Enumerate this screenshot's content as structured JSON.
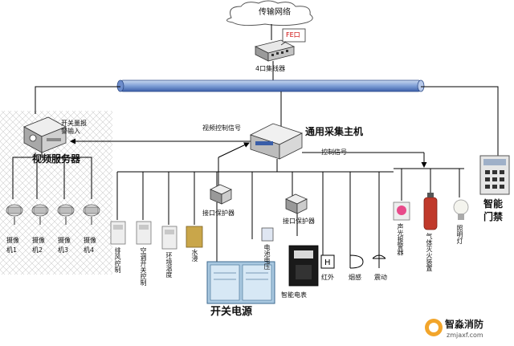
{
  "network": {
    "cloud_label": "传输网络",
    "fe_label": "FE口",
    "hub_label": "4口集线器"
  },
  "host": {
    "title": "通用采集主机",
    "video_signal": "视频控制信号",
    "control_signal": "控制信号"
  },
  "video_server": {
    "title": "视频服务器",
    "alarm_input_line1": "开关量报",
    "alarm_input_line2": "警输入"
  },
  "cameras": [
    {
      "line1": "摄像",
      "line2": "机1"
    },
    {
      "line1": "摄像",
      "line2": "机2"
    },
    {
      "line1": "摄像",
      "line2": "机3"
    },
    {
      "line1": "摄像",
      "line2": "机4"
    }
  ],
  "sensors": {
    "exhaust": "排风控制",
    "ac_switch": "空调开关控制",
    "env_temp": "环境温度",
    "water": "水浸",
    "interface_protector_1": "接口保护器",
    "switch_power": "开关电源",
    "battery_voltage": "电池电压",
    "interface_protector_2": "接口保护器",
    "smart_meter": "智能电表",
    "infrared": "红外",
    "smoke": "烟感",
    "vibration": "震动"
  },
  "devices": {
    "sound_light_alarm": "声光报警器",
    "gas_extinguisher": "气体灭火装置",
    "lighting": "照明灯",
    "access_control_line1": "智能",
    "access_control_line2": "门禁"
  },
  "watermark": {
    "text": "智淼消防",
    "url": "zmjaxf.com"
  }
}
